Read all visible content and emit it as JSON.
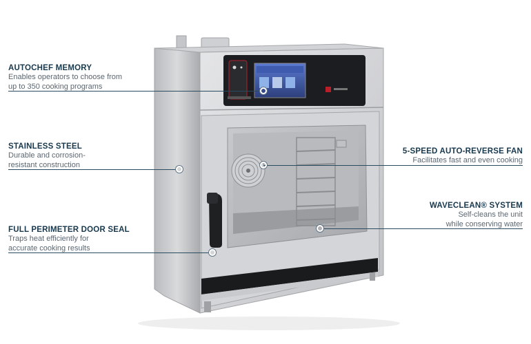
{
  "callouts": {
    "autochef": {
      "title": "AUTOCHEF MEMORY",
      "desc1": "Enables operators to choose from",
      "desc2": "up to 350 cooking programs"
    },
    "steel": {
      "title": "STAINLESS STEEL",
      "desc1": "Durable and corrosion-",
      "desc2": "resistant construction"
    },
    "seal": {
      "title": "FULL PERIMETER DOOR SEAL",
      "desc1": "Traps heat efficiently for",
      "desc2": "accurate cooking results"
    },
    "fan": {
      "title": "5-SPEED AUTO-REVERSE FAN",
      "desc1": "Facilitates fast and even cooking"
    },
    "waveclean": {
      "title": "WAVECLEAN® SYSTEM",
      "desc1": "Self-cleans the unit",
      "desc2": "while conserving water"
    }
  },
  "colors": {
    "heading": "#17384d",
    "text": "#5b6670",
    "line": "#2a4a60"
  }
}
